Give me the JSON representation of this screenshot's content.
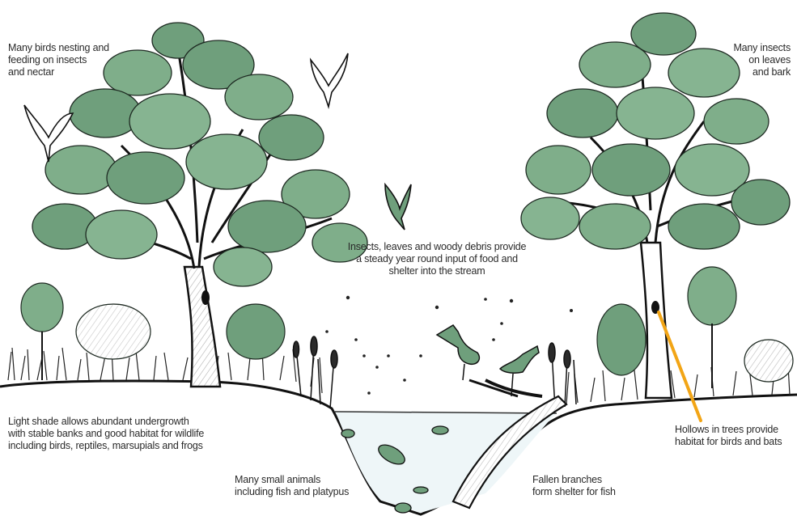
{
  "labels": {
    "birds_nesting": [
      "Many birds nesting and",
      "feeding on insects",
      "and nectar"
    ],
    "insects_on_leaves": [
      "Many insects",
      "on leaves",
      "and bark"
    ],
    "debris_input": [
      "Insects, leaves and woody debris provide",
      "a steady year round input of food and",
      "shelter into the stream"
    ],
    "light_shade": [
      "Light shade allows abundant undergrowth",
      "with stable banks and good habitat for wildlife",
      "including birds, reptiles, marsupials and frogs"
    ],
    "hollows": [
      "Hollows in trees provide",
      "habitat for birds and bats"
    ],
    "small_animals": [
      "Many small animals",
      "including fish and platypus"
    ],
    "fallen_branches": [
      "Fallen branches",
      "form shelter for fish"
    ]
  },
  "colors": {
    "foliage": "#6f9f7c",
    "foliage_dark": "#1e2a22",
    "ink": "#1a1a1a",
    "water": "#eef6f8",
    "arrow": "#f2a516"
  }
}
